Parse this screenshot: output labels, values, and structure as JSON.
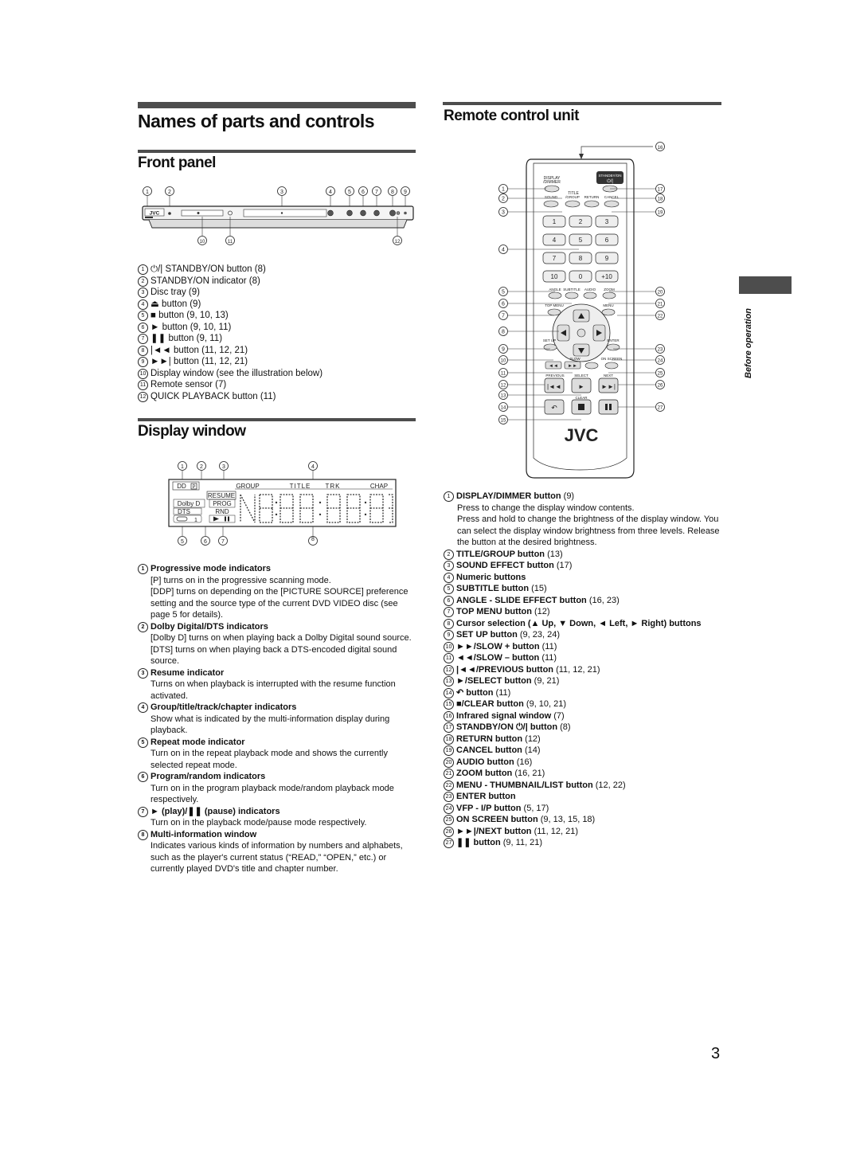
{
  "main_title": "Names of parts and controls",
  "front_panel": {
    "heading": "Front panel",
    "items": [
      {
        "n": "1",
        "text": "⏻/| STANDBY/ON button (8)"
      },
      {
        "n": "2",
        "text": "STANDBY/ON indicator (8)"
      },
      {
        "n": "3",
        "text": "Disc tray (9)"
      },
      {
        "n": "4",
        "text": "⏏ button (9)"
      },
      {
        "n": "5",
        "text": "■ button (9, 10, 13)"
      },
      {
        "n": "6",
        "text": "► button (9, 10, 11)"
      },
      {
        "n": "7",
        "text": "❚❚ button (9, 11)"
      },
      {
        "n": "8",
        "text": "|◄◄ button (11, 12, 21)"
      },
      {
        "n": "9",
        "text": "►►| button (11, 12, 21)"
      },
      {
        "n": "10",
        "text": "Display window (see the illustration below)"
      },
      {
        "n": "11",
        "text": "Remote sensor (7)"
      },
      {
        "n": "12",
        "text": "QUICK PLAYBACK button (11)"
      }
    ],
    "device_logo": "JVC"
  },
  "display_window": {
    "heading": "Display window",
    "labels": {
      "dd": "DD",
      "p": "P",
      "group": "GROUP",
      "title": "TITLE",
      "trk": "TRK",
      "chap": "CHAP",
      "resume": "RESUME",
      "dolby": "Dolby D",
      "prog": "PROG",
      "dts": "DTS",
      "rnd": "RND",
      "rep": "1"
    },
    "items": [
      {
        "n": "1",
        "term": "Progressive mode indicators",
        "desc": "[P] turns on in the progressive scanning mode.\n[DDP] turns on depending on the [PICTURE SOURCE] preference setting and the source type of the current DVD VIDEO disc (see page 5 for details)."
      },
      {
        "n": "2",
        "term": "Dolby Digital/DTS indicators",
        "desc": "[Dolby D] turns on when playing back a Dolby Digital sound source. [DTS] turns on when playing back a DTS-encoded digital sound source."
      },
      {
        "n": "3",
        "term": "Resume indicator",
        "desc": "Turns on when playback is interrupted with the resume function activated."
      },
      {
        "n": "4",
        "term": "Group/title/track/chapter indicators",
        "desc": "Show what is indicated by the multi-information display during playback."
      },
      {
        "n": "5",
        "term": "Repeat mode indicator",
        "desc": "Turn on in the repeat playback mode and shows the currently selected repeat mode."
      },
      {
        "n": "6",
        "term": "Program/random indicators",
        "desc": "Turn on in the program playback mode/random playback mode respectively."
      },
      {
        "n": "7",
        "term": "► (play)/❚❚ (pause) indicators",
        "desc": "Turn on in the playback mode/pause mode respectively."
      },
      {
        "n": "8",
        "term": "Multi-information window",
        "desc": "Indicates various kinds of information by numbers and alphabets, such as the player's current status (“READ,” “OPEN,” etc.) or currently played DVD's title and chapter number."
      }
    ]
  },
  "remote": {
    "heading": "Remote control unit",
    "labels": {
      "display": "DISPLAY /DIMMER",
      "standby": "STANDBY/ON",
      "title": "TITLE",
      "group": "/GROUP",
      "return": "RETURN",
      "cancel": "CANCEL",
      "angle": "ANGLE",
      "subtitle": "SUBTITLE",
      "audio": "AUDIO",
      "zoom": "ZOOM",
      "topmenu": "TOP MENU",
      "menu": "MENU",
      "setup": "SET UP",
      "enter": "ENTER",
      "slow": "SLOW",
      "onscreen": "ON SCREEN",
      "previous": "PREVIOUS",
      "select": "SELECT",
      "next": "NEXT",
      "clear": "CLEAR",
      "logo": "JVC"
    },
    "keys": [
      "1",
      "2",
      "3",
      "4",
      "5",
      "6",
      "7",
      "8",
      "9",
      "10",
      "0",
      "+10"
    ],
    "items": [
      {
        "n": "1",
        "b": "DISPLAY/DIMMER button",
        "r": " (9)",
        "desc": "Press to change the display window contents.\nPress and hold to change the brightness of the display window. You can select the display window brightness from three levels. Release the button at the desired brightness."
      },
      {
        "n": "2",
        "b": "TITLE/GROUP button",
        "r": " (13)"
      },
      {
        "n": "3",
        "b": "SOUND EFFECT button",
        "r": " (17)"
      },
      {
        "n": "4",
        "b": "Numeric buttons",
        "r": ""
      },
      {
        "n": "5",
        "b": "SUBTITLE button",
        "r": " (15)"
      },
      {
        "n": "6",
        "b": "ANGLE - SLIDE EFFECT button",
        "r": " (16, 23)"
      },
      {
        "n": "7",
        "b": "TOP MENU button",
        "r": " (12)"
      },
      {
        "n": "8",
        "b": "Cursor selection (▲ Up, ▼ Down, ◄ Left, ► Right) buttons",
        "r": ""
      },
      {
        "n": "9",
        "b": "SET UP button",
        "r": " (9, 23, 24)"
      },
      {
        "n": "10",
        "b": "►►/SLOW + button",
        "r": " (11)"
      },
      {
        "n": "11",
        "b": "◄◄/SLOW – button",
        "r": " (11)"
      },
      {
        "n": "12",
        "b": "|◄◄/PREVIOUS button",
        "r": " (11, 12, 21)"
      },
      {
        "n": "13",
        "b": "►/SELECT button",
        "r": " (9, 21)"
      },
      {
        "n": "14",
        "b": "↶ button",
        "r": " (11)"
      },
      {
        "n": "15",
        "b": "■/CLEAR button",
        "r": " (9, 10, 21)"
      },
      {
        "n": "16",
        "b": "Infrared signal window",
        "r": " (7)"
      },
      {
        "n": "17",
        "b": "STANDBY/ON ⏻/| button",
        "r": " (8)"
      },
      {
        "n": "18",
        "b": "RETURN button",
        "r": " (12)"
      },
      {
        "n": "19",
        "b": "CANCEL button",
        "r": " (14)"
      },
      {
        "n": "20",
        "b": "AUDIO button",
        "r": " (16)"
      },
      {
        "n": "21",
        "b": "ZOOM button",
        "r": " (16, 21)"
      },
      {
        "n": "22",
        "b": "MENU - THUMBNAIL/LIST button",
        "r": " (12, 22)"
      },
      {
        "n": "23",
        "b": "ENTER button",
        "r": ""
      },
      {
        "n": "24",
        "b": "VFP - I/P button",
        "r": " (5, 17)"
      },
      {
        "n": "25",
        "b": "ON SCREEN button",
        "r": " (9, 13, 15, 18)"
      },
      {
        "n": "26",
        "b": "►►|/NEXT button",
        "r": " (11, 12, 21)"
      },
      {
        "n": "27",
        "b": "❚❚ button",
        "r": " (9, 11, 21)"
      }
    ]
  },
  "side_tab": "Before operation",
  "page_number": "3"
}
